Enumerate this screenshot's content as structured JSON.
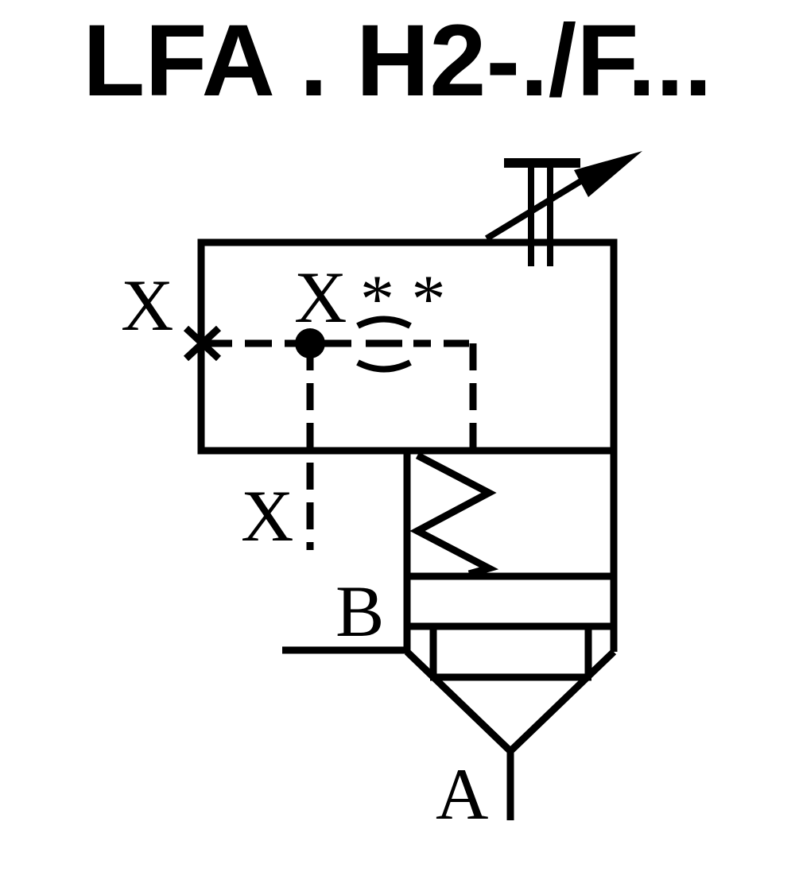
{
  "title": "LFA . H2-./F...",
  "labels": {
    "port_x_left": "X",
    "port_x_top": "X",
    "orifice_note": "* *",
    "port_x_bottom": "X",
    "port_b": "B",
    "port_a": "A"
  },
  "colors": {
    "line": "#000000",
    "background": "#ffffff"
  }
}
